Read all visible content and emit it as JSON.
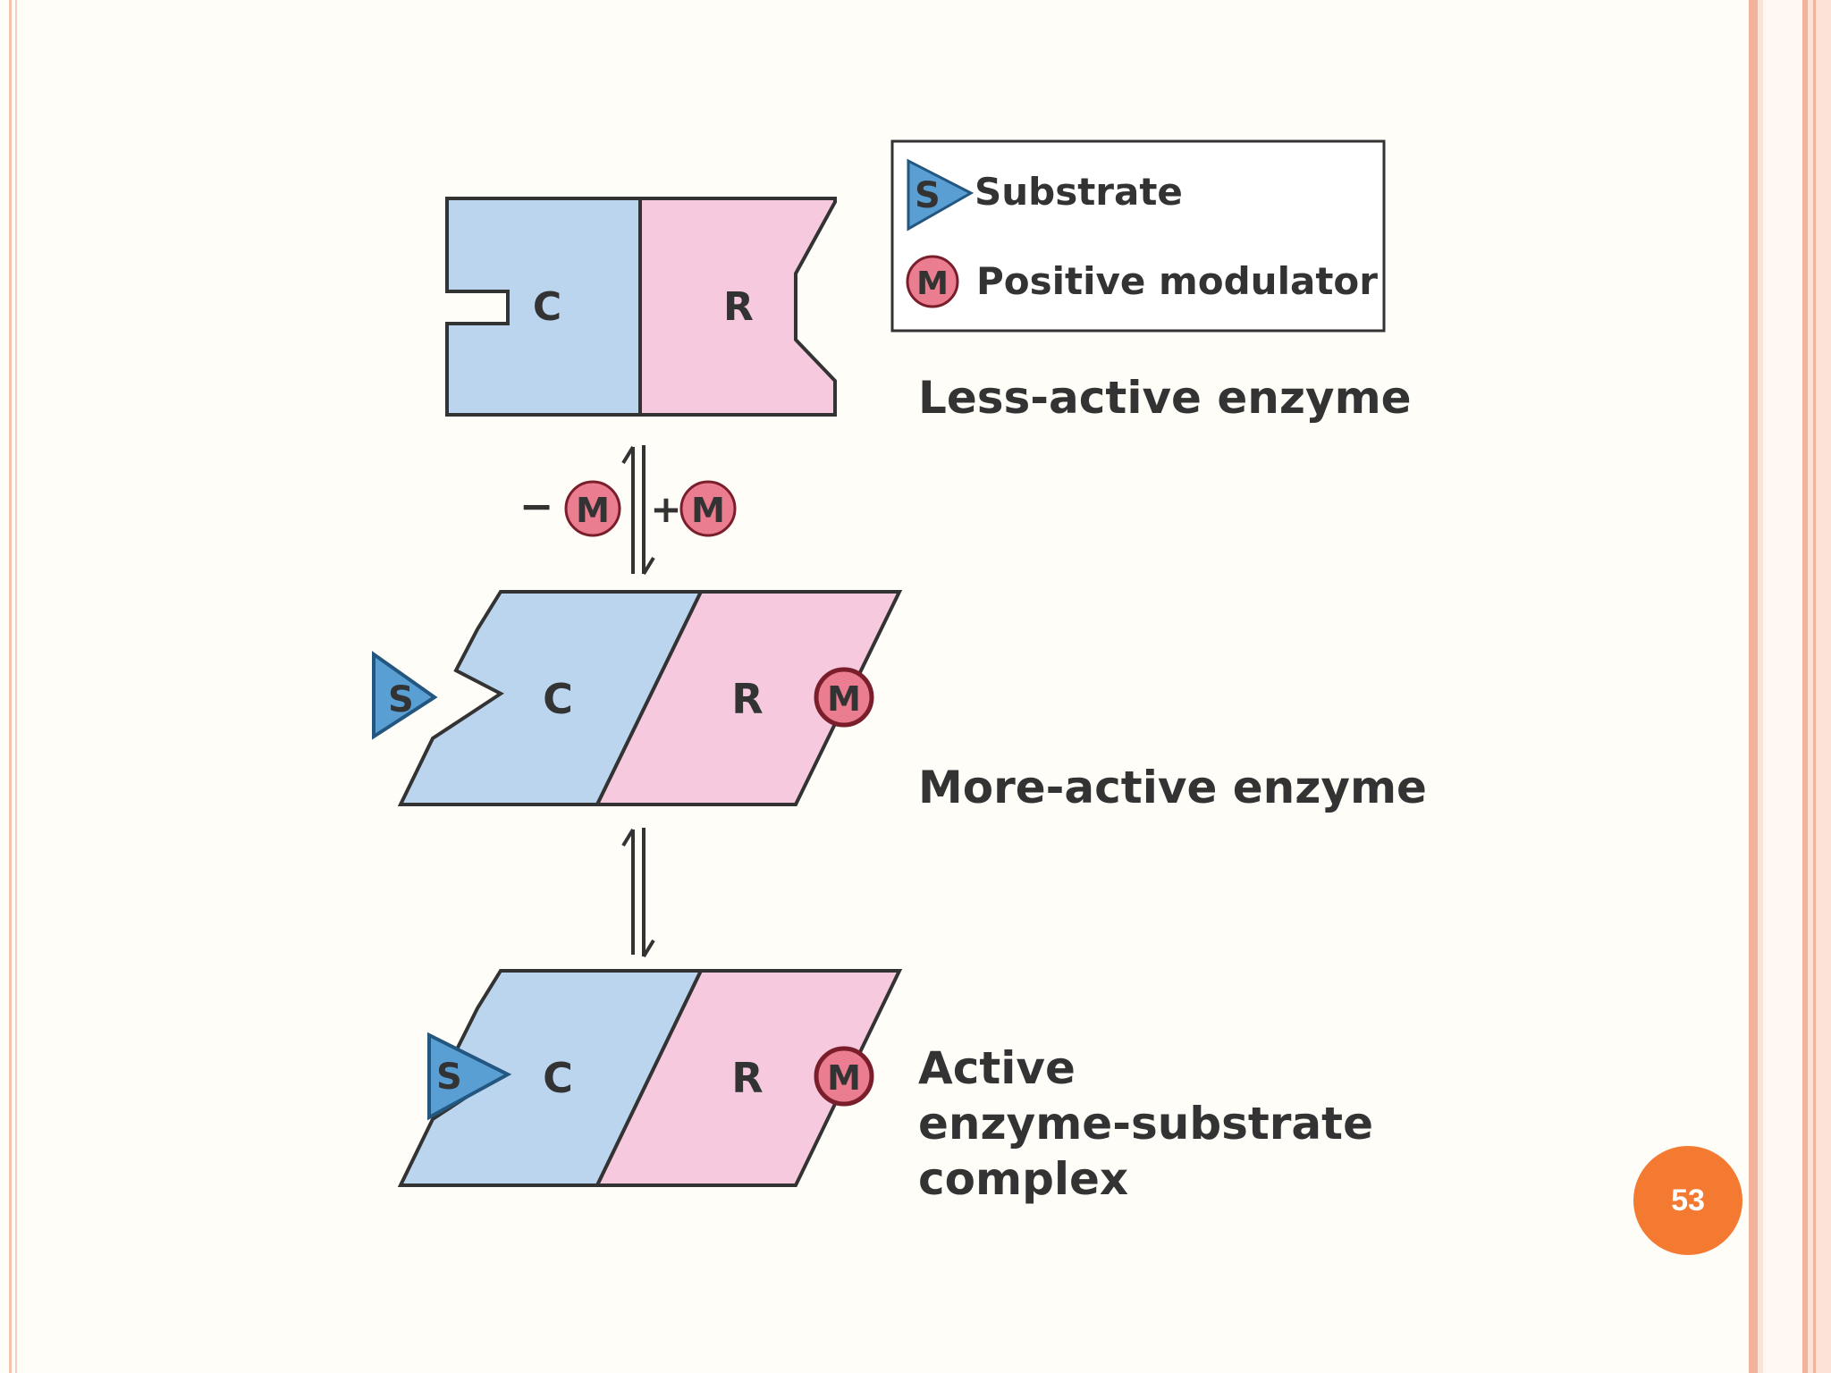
{
  "legend": {
    "substrate_symbol": "S",
    "substrate_label": "Substrate",
    "modulator_symbol": "M",
    "modulator_label": "Positive modulator"
  },
  "states": [
    {
      "name": "Less-active enzyme",
      "catalytic": "C",
      "regulatory": "R"
    },
    {
      "name": "More-active enzyme",
      "catalytic": "C",
      "regulatory": "R"
    },
    {
      "name_lines": [
        "Active",
        "enzyme-substrate",
        "complex"
      ],
      "catalytic": "C",
      "regulatory": "R"
    }
  ],
  "equilibrium_1": {
    "left_sign": "−",
    "right_sign": "+",
    "symbol": "M"
  },
  "slide_number": "53",
  "colors": {
    "catalytic_fill": "#bcd5ee",
    "regulatory_fill": "#f6c9df",
    "substrate_fill": "#5a9fd4",
    "modulator_fill": "#ea7d8f",
    "modulator_stroke": "#7a1e2c",
    "accent": "#f47a31"
  }
}
